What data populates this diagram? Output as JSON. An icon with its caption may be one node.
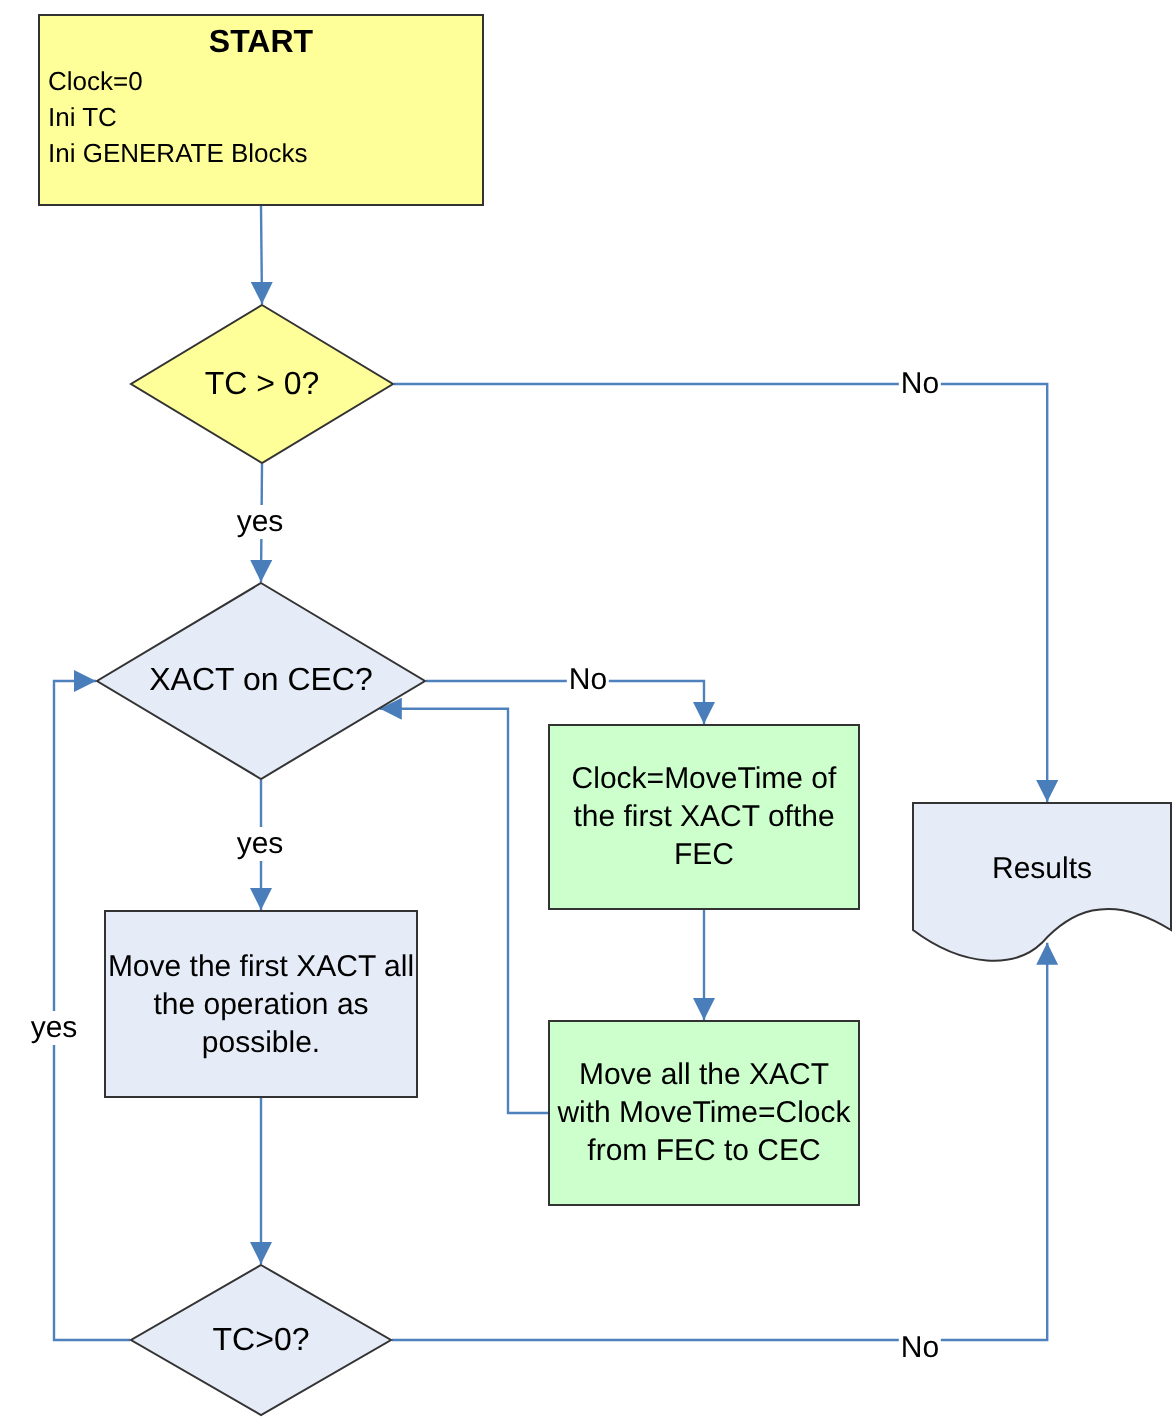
{
  "diagram": {
    "nodes": [
      {
        "text": [
          "START",
          "Clock=0",
          "Ini TC",
          "Ini GENERATE Blocks"
        ]
      },
      {
        "text": [
          "TC > 0?"
        ]
      },
      {
        "text": [
          "XACT on CEC?"
        ]
      },
      {
        "text": [
          "Clock=MoveTime of the first XACT ofthe FEC"
        ]
      },
      {
        "text": [
          "Move the first XACT all the operation as possible."
        ]
      },
      {
        "text": [
          "Move all the XACT with MoveTime=Clock from FEC to CEC"
        ]
      },
      {
        "text": [
          "Results"
        ]
      },
      {
        "text": [
          "TC>0?"
        ]
      }
    ],
    "edges": [
      {
        "from": 0,
        "to": 1,
        "arrow": "to"
      },
      {
        "from": 1,
        "to": 6,
        "arrow": "to",
        "label": "No"
      },
      {
        "from": 1,
        "to": 2,
        "arrow": "to",
        "label": "yes"
      },
      {
        "from": 2,
        "to": 3,
        "arrow": "to",
        "label": "No"
      },
      {
        "from": 2,
        "to": 4,
        "arrow": "to",
        "label": "yes"
      },
      {
        "from": 3,
        "to": 5,
        "arrow": "to"
      },
      {
        "from": 5,
        "to": 2,
        "arrow": "to"
      },
      {
        "from": 4,
        "to": 7,
        "arrow": "to"
      },
      {
        "from": 7,
        "to": 2,
        "arrow": "to",
        "label": "yes"
      },
      {
        "from": 7,
        "to": 6,
        "arrow": "to",
        "label": "No"
      }
    ]
  }
}
